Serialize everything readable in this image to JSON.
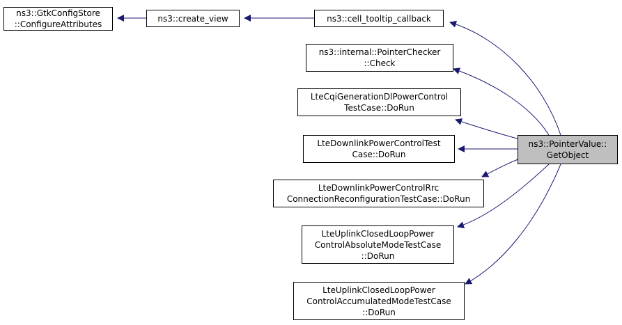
{
  "diagram": {
    "type": "call-graph",
    "focus_node": "getobject",
    "colors": {
      "edge": "#191970",
      "focus_fill": "#bfbfbf",
      "node_border": "#000000",
      "node_fill": "#ffffff"
    },
    "nodes": {
      "configure": {
        "lines": [
          "ns3::GtkConfigStore",
          "::ConfigureAttributes"
        ]
      },
      "createview": {
        "lines": [
          "ns3::create_view"
        ]
      },
      "tooltip": {
        "lines": [
          "ns3::cell_tooltip_callback"
        ]
      },
      "check": {
        "lines": [
          "ns3::internal::PointerChecker",
          "::Check"
        ]
      },
      "cqi": {
        "lines": [
          "LteCqiGenerationDlPowerControl",
          "TestCase::DoRun"
        ]
      },
      "dlpc": {
        "lines": [
          "LteDownlinkPowerControlTest",
          "Case::DoRun"
        ]
      },
      "rrc": {
        "lines": [
          "LteDownlinkPowerControlRrc",
          "ConnectionReconfigurationTestCase::DoRun"
        ]
      },
      "ulabs": {
        "lines": [
          "LteUplinkClosedLoopPower",
          "ControlAbsoluteModeTestCase",
          "::DoRun"
        ]
      },
      "ulacc": {
        "lines": [
          "LteUplinkClosedLoopPower",
          "ControlAccumulatedModeTestCase",
          "::DoRun"
        ]
      },
      "getobject": {
        "lines": [
          "ns3::PointerValue::",
          "GetObject"
        ]
      }
    },
    "edges": [
      {
        "from": "createview",
        "to": "configure"
      },
      {
        "from": "tooltip",
        "to": "createview"
      },
      {
        "from": "getobject",
        "to": "tooltip"
      },
      {
        "from": "getobject",
        "to": "check"
      },
      {
        "from": "getobject",
        "to": "cqi"
      },
      {
        "from": "getobject",
        "to": "dlpc"
      },
      {
        "from": "getobject",
        "to": "rrc"
      },
      {
        "from": "getobject",
        "to": "ulabs"
      },
      {
        "from": "getobject",
        "to": "ulacc"
      }
    ]
  }
}
